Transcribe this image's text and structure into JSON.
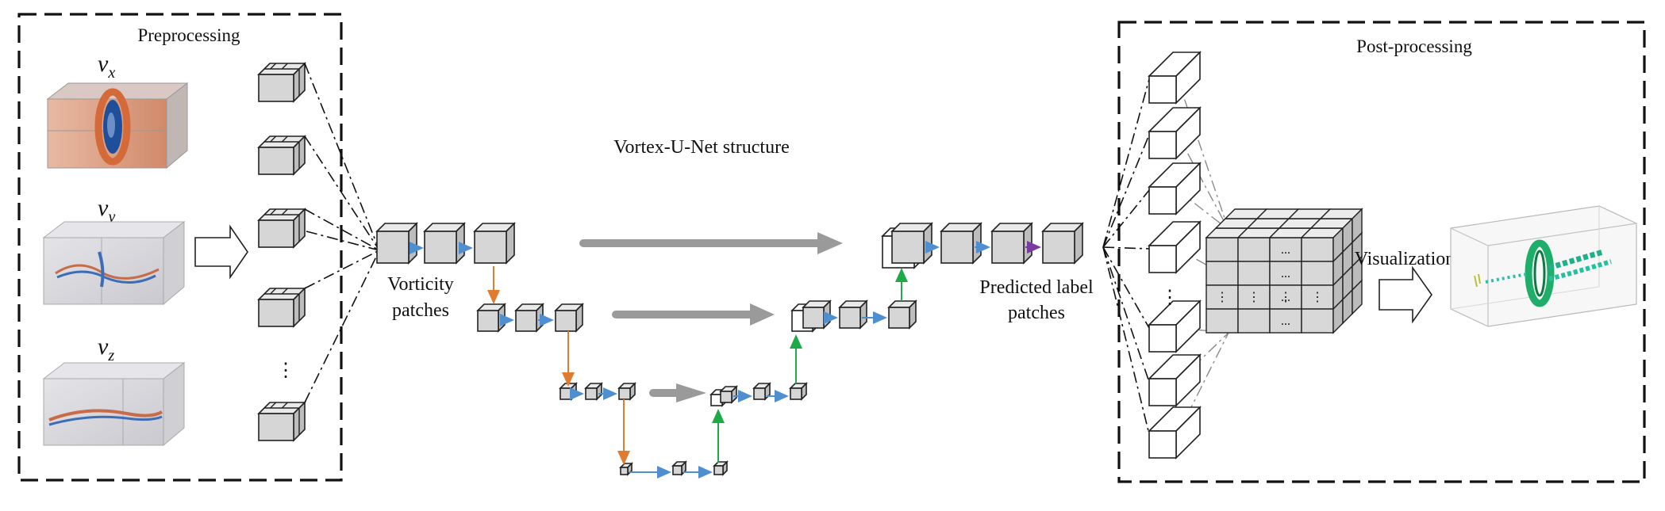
{
  "preprocessing": {
    "title": "Preprocessing",
    "variables": [
      {
        "base": "v",
        "sub": "x"
      },
      {
        "base": "v",
        "sub": "y"
      },
      {
        "base": "v",
        "sub": "z"
      }
    ],
    "ellipsis": "⋮"
  },
  "unet": {
    "title": "Vortex-U-Net structure",
    "input_label_line1": "Vorticity",
    "input_label_line2": "patches",
    "output_label_line1": "Predicted label",
    "output_label_line2": "patches"
  },
  "postprocessing": {
    "title": "Post-processing",
    "ellipsis": "⋮",
    "grid_marks": [
      "...",
      "...",
      "...",
      "...",
      "⋮",
      "⋮",
      "⋮",
      "⋮"
    ],
    "visualization_label": "Visualization"
  },
  "colors": {
    "skip_arrow": "#9a9a9a",
    "conv_arrow": "#4f8fd0",
    "pool_arrow": "#e07c2f",
    "upconv_arrow": "#1faa4a",
    "output_arrow": "#7a3ca0",
    "velocity_warm": "#d4693a",
    "velocity_cool": "#1f4f9a",
    "vortex_green": "#1fae6a"
  }
}
